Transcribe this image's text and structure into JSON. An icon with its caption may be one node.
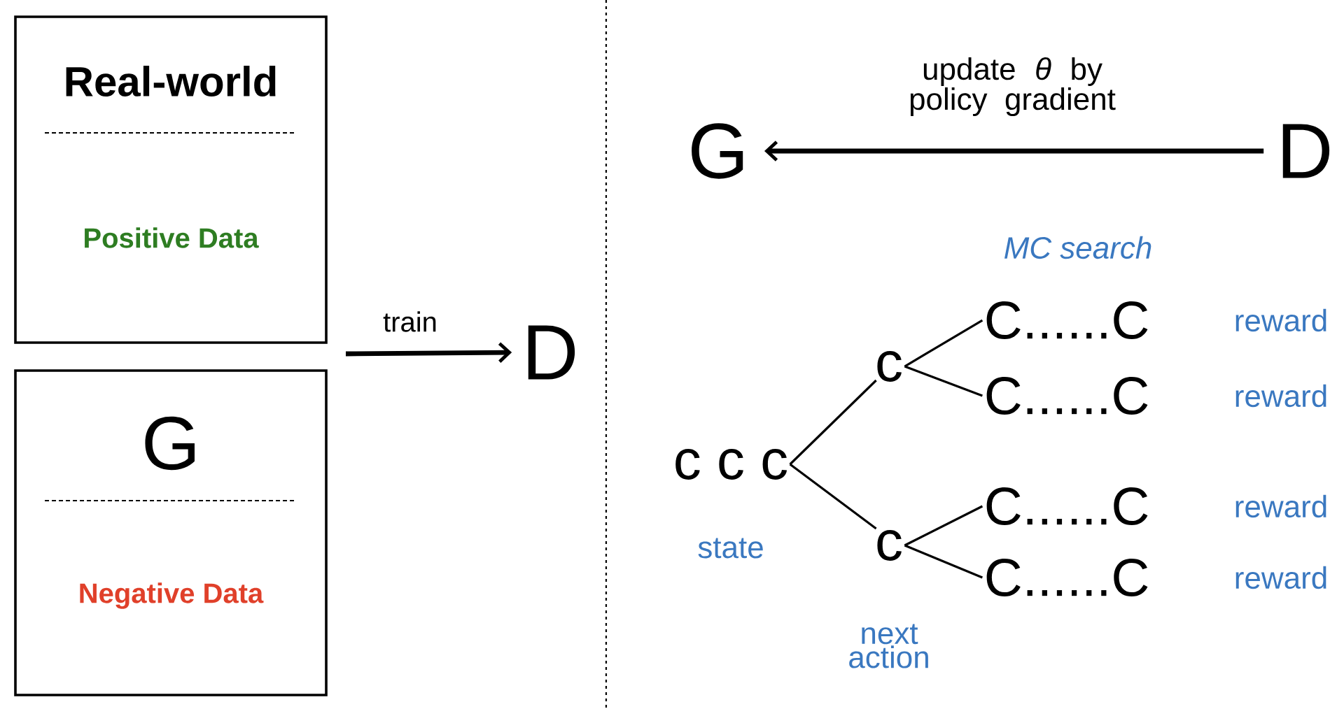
{
  "diagram": {
    "nodes": [
      {
        "text": [
          "Real-world",
          "Positive Data"
        ]
      },
      {
        "text": [
          "G",
          "Negative Data"
        ]
      },
      {
        "text": [
          "D"
        ]
      },
      {
        "text": [
          "G"
        ]
      },
      {
        "text": [
          "D"
        ]
      },
      {
        "text": [
          "c c c"
        ],
        "beside": [
          "state"
        ]
      },
      {
        "text": [
          "c"
        ]
      },
      {
        "text": [
          "c"
        ],
        "beside": [
          "next action"
        ]
      },
      {
        "text": [
          "C......C"
        ],
        "beside": [
          "reward"
        ]
      },
      {
        "text": [
          "C......C"
        ],
        "beside": [
          "reward"
        ]
      },
      {
        "text": [
          "C......C"
        ],
        "beside": [
          "reward"
        ]
      },
      {
        "text": [
          "C......C"
        ],
        "beside": [
          "reward"
        ]
      }
    ],
    "edges": [
      {
        "from": null,
        "to": 2,
        "arrow": "to",
        "label": "train",
        "style": "thick"
      },
      {
        "from": 4,
        "to": 3,
        "arrow": "to",
        "label": "update *θ* by policy gradient",
        "style": "thick"
      },
      {
        "from": 5,
        "to": 6,
        "arrow": "none"
      },
      {
        "from": 5,
        "to": 7,
        "arrow": "none"
      },
      {
        "from": 6,
        "to": 8,
        "arrow": "none"
      },
      {
        "from": 6,
        "to": 9,
        "arrow": "none"
      },
      {
        "from": 7,
        "to": 10,
        "arrow": "none"
      },
      {
        "from": 7,
        "to": 11,
        "arrow": "none"
      }
    ],
    "labels": [
      "MC search"
    ]
  }
}
